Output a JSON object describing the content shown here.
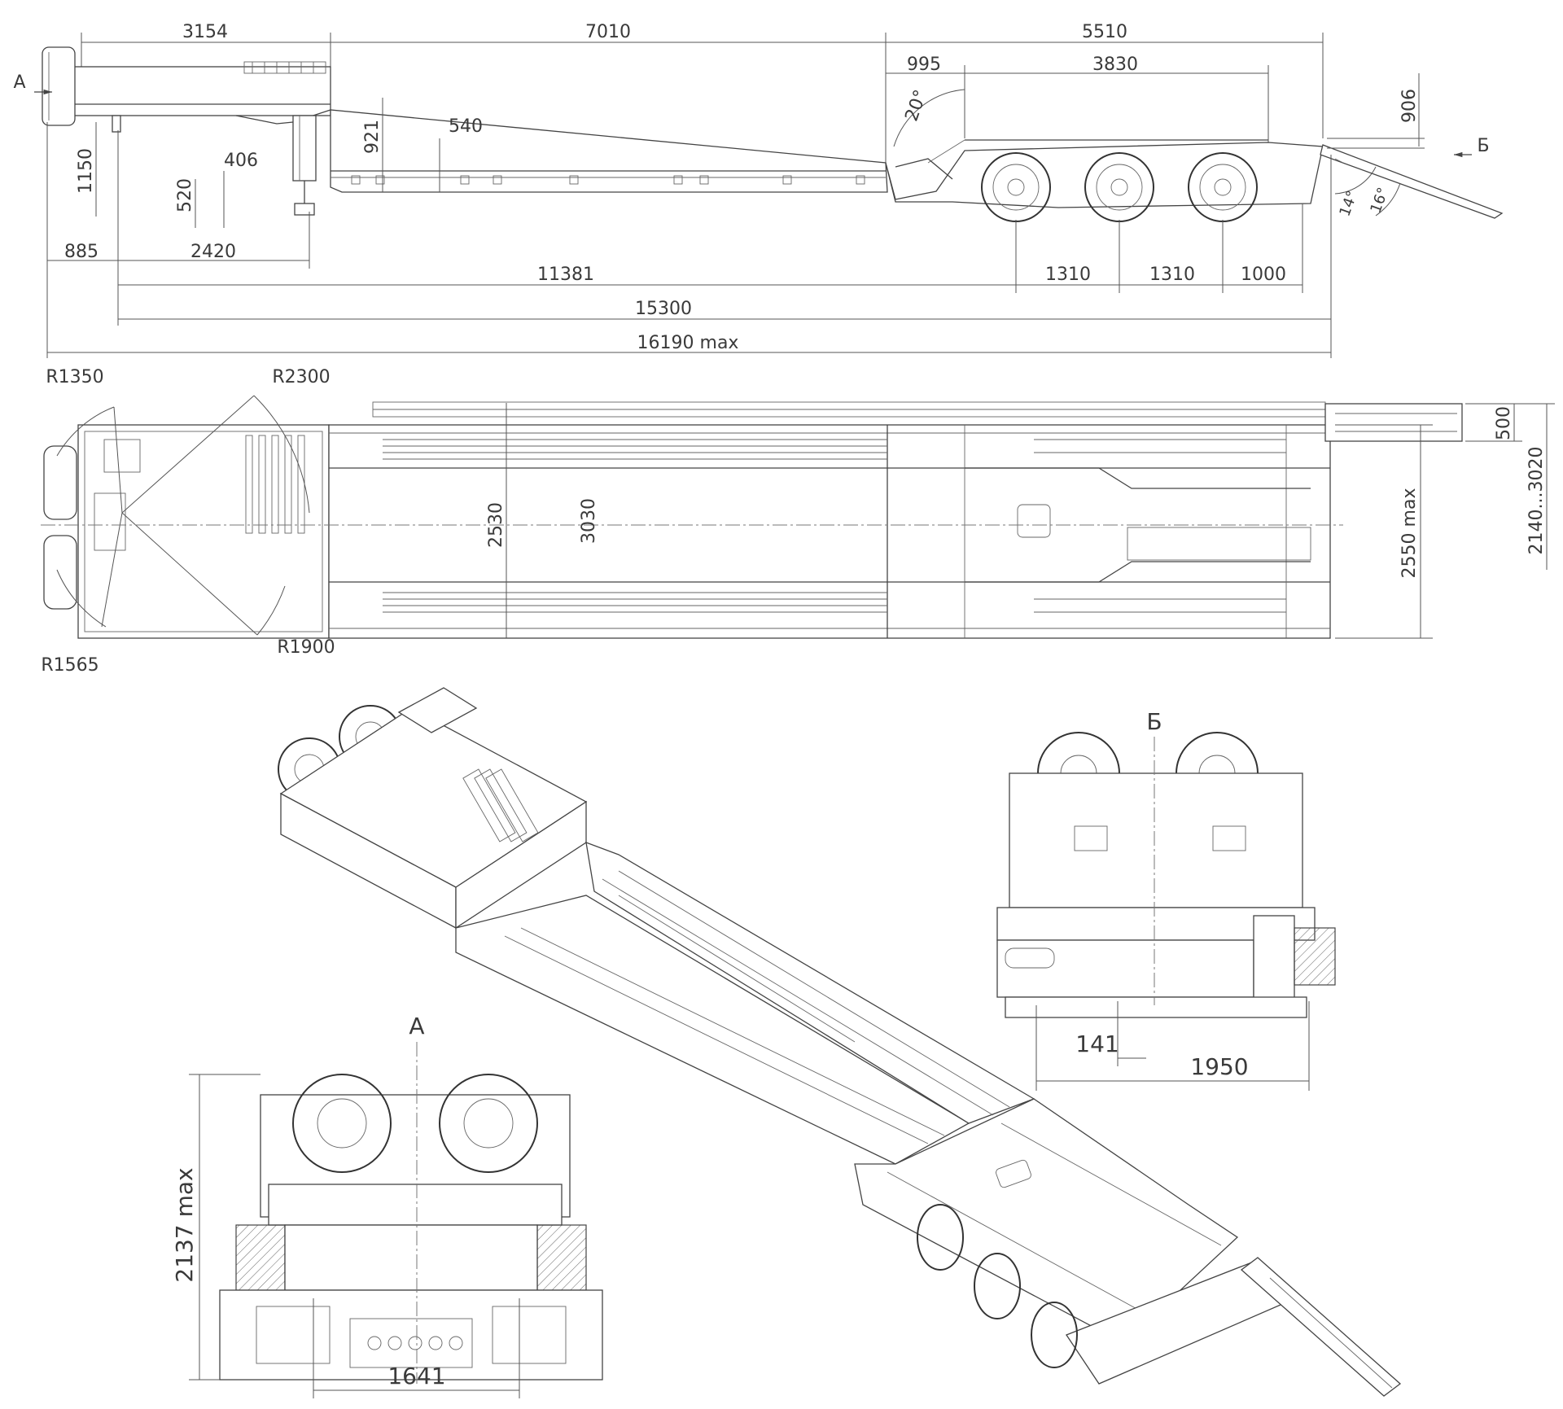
{
  "side_view": {
    "dims_top": [
      "3154",
      "7010",
      "5510"
    ],
    "dims_upper": [
      "995",
      "3830"
    ],
    "dims_vertical": [
      "906",
      "921",
      "540",
      "1150",
      "406",
      "520"
    ],
    "angles": [
      "20°",
      "14°",
      "16°"
    ],
    "view_markers": [
      "А",
      "Б"
    ],
    "dims_bottom_row1": [
      "885",
      "2420"
    ],
    "dims_bottom_row2": [
      "11381",
      "1310",
      "1310",
      "1000"
    ],
    "overall_length": "15300",
    "overall_length_max": "16190 max"
  },
  "top_view": {
    "radii": [
      "R1350",
      "R2300",
      "R1565",
      "R1900"
    ],
    "widths": [
      "2530",
      "3030",
      "2550 max",
      "2140...3020",
      "500"
    ]
  },
  "front_view_a": {
    "label": "А",
    "height": "2137 max",
    "width": "1641"
  },
  "rear_view_b": {
    "label": "Б",
    "dim_small": "141",
    "dim_width": "1950"
  },
  "colors": {
    "line": "#444444",
    "background": "#ffffff"
  }
}
